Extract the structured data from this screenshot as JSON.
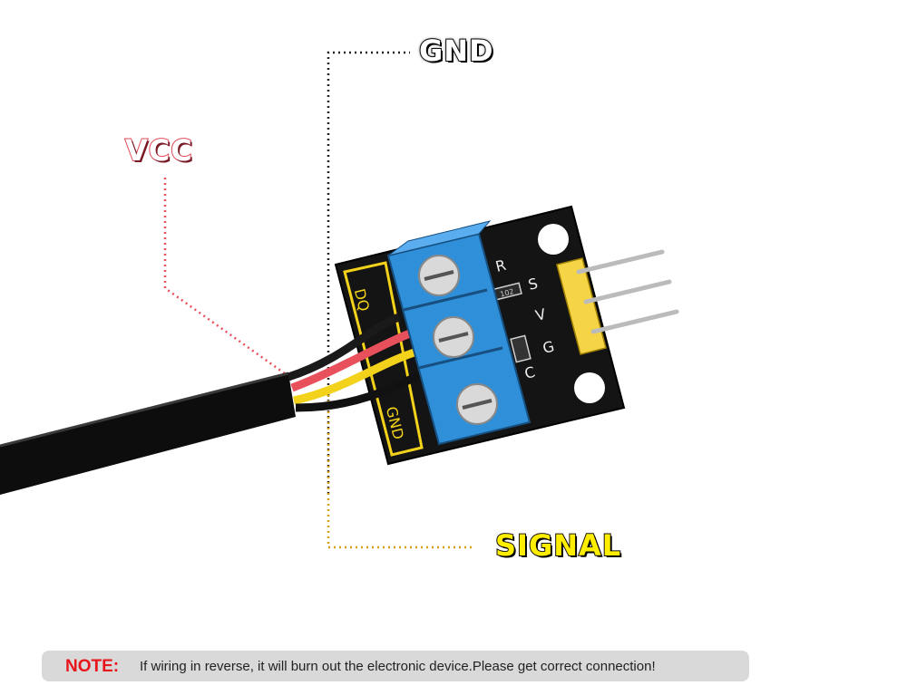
{
  "labels": {
    "gnd": "GND",
    "vcc": "VCC",
    "signal": "SIGNAL"
  },
  "board": {
    "silk_dq": "DQ",
    "silk_gnd": "GND",
    "silk_r": "R",
    "silk_s": "S",
    "silk_v": "V",
    "silk_g": "G",
    "silk_c": "C",
    "resistor_code": "102"
  },
  "note": {
    "label": "NOTE:",
    "text": "If wiring in reverse, it will burn out the electronic device.Please get correct connection!"
  },
  "colors": {
    "vcc_line": "#e8505c",
    "gnd_line": "#222222",
    "signal_line": "#d4a017",
    "terminal_blue": "#2f8fd8",
    "pcb": "#111111",
    "silk": "#f2d21b",
    "note_red": "#e8161c"
  }
}
